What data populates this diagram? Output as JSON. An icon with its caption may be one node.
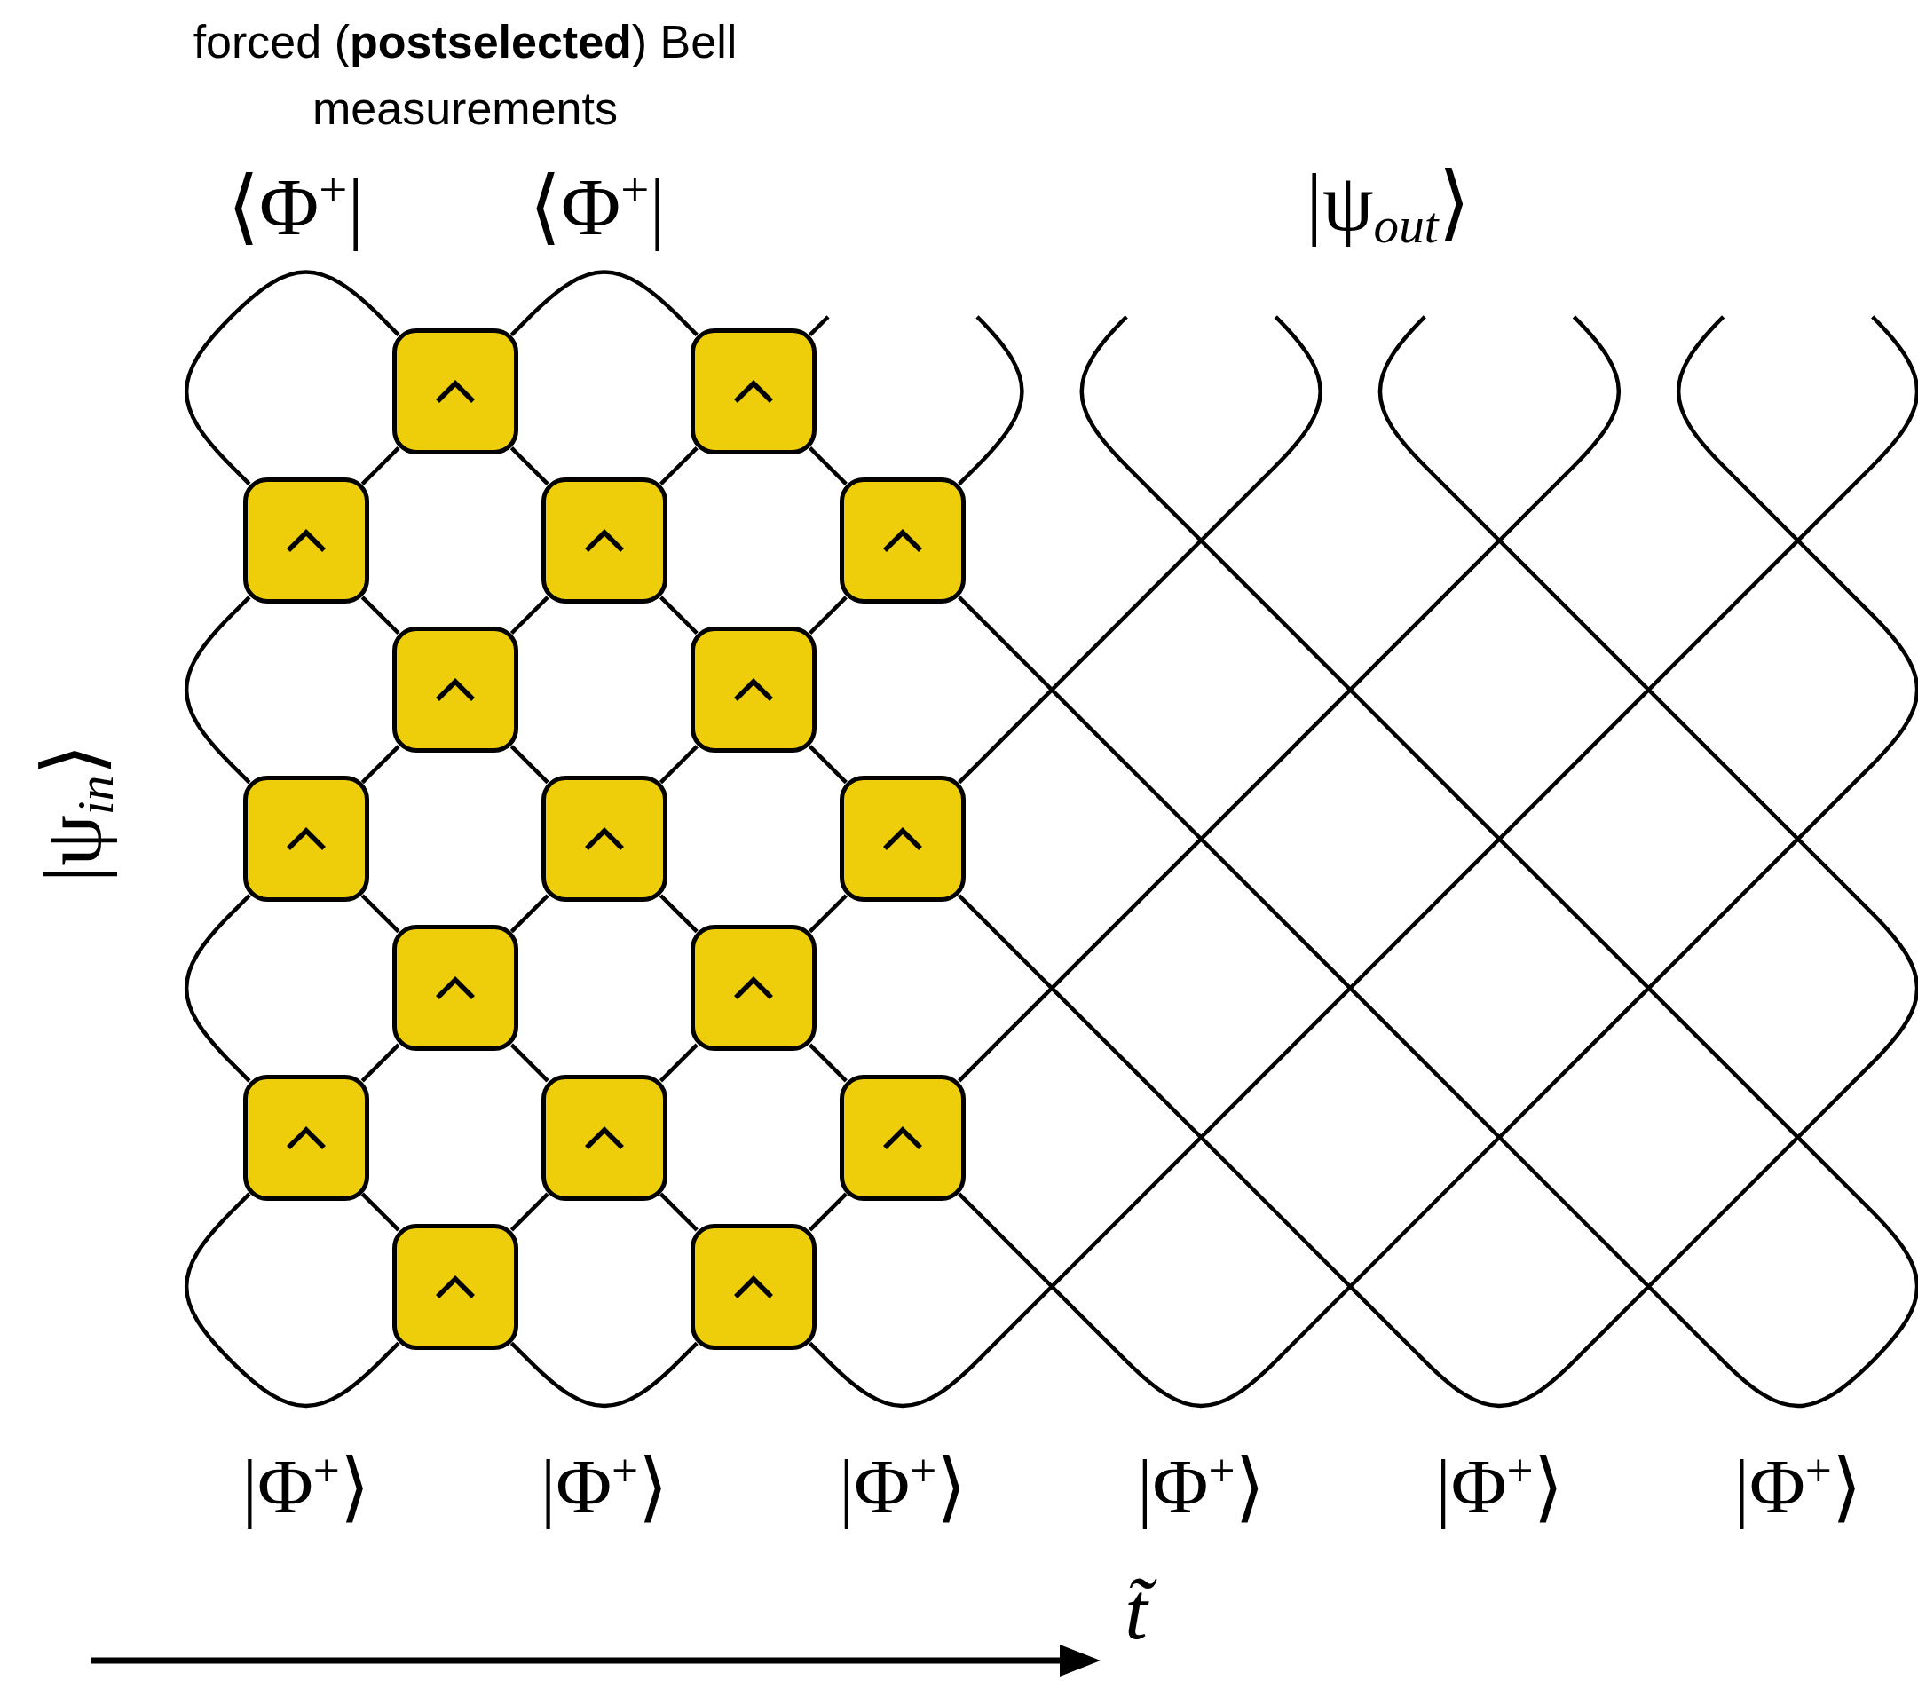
{
  "diagram": {
    "nodes": [
      {
        "text": [],
        "shape": "box"
      },
      {
        "text": [],
        "shape": "box"
      },
      {
        "text": [],
        "shape": "box"
      },
      {
        "text": [],
        "shape": "box"
      },
      {
        "text": [],
        "shape": "box"
      },
      {
        "text": [],
        "shape": "box"
      },
      {
        "text": [],
        "shape": "box"
      },
      {
        "text": [],
        "shape": "box"
      },
      {
        "text": [],
        "shape": "box"
      },
      {
        "text": [],
        "shape": "box"
      },
      {
        "text": [],
        "shape": "box"
      },
      {
        "text": [],
        "shape": "box"
      },
      {
        "text": [],
        "shape": "box"
      },
      {
        "text": [],
        "shape": "box"
      },
      {
        "text": [],
        "shape": "box"
      },
      {
        "text": [],
        "shape": "box"
      },
      {
        "text": [],
        "shape": "box"
      }
    ],
    "edges": [
      {
        "from": 0,
        "to": 2,
        "arrow": "none"
      },
      {
        "from": 0,
        "to": 3,
        "arrow": "none"
      },
      {
        "from": 1,
        "to": 3,
        "arrow": "none"
      },
      {
        "from": 1,
        "to": 4,
        "arrow": "none"
      },
      {
        "from": 2,
        "to": 5,
        "arrow": "none"
      },
      {
        "from": 3,
        "to": 5,
        "arrow": "none"
      },
      {
        "from": 5,
        "to": 7,
        "arrow": "none"
      },
      {
        "from": 5,
        "to": 8,
        "arrow": "none"
      },
      {
        "from": 3,
        "to": 6,
        "arrow": "none"
      },
      {
        "from": 4,
        "to": 6,
        "arrow": "none"
      },
      {
        "from": 6,
        "to": 8,
        "arrow": "none"
      },
      {
        "from": 6,
        "to": 9,
        "arrow": "none"
      },
      {
        "from": 7,
        "to": 10,
        "arrow": "none"
      },
      {
        "from": 8,
        "to": 10,
        "arrow": "none"
      },
      {
        "from": 10,
        "to": 12,
        "arrow": "none"
      },
      {
        "from": 10,
        "to": 13,
        "arrow": "none"
      },
      {
        "from": 8,
        "to": 11,
        "arrow": "none"
      },
      {
        "from": 9,
        "to": 11,
        "arrow": "none"
      },
      {
        "from": 11,
        "to": 13,
        "arrow": "none"
      },
      {
        "from": 11,
        "to": 14,
        "arrow": "none"
      },
      {
        "from": 12,
        "to": 15,
        "arrow": "none"
      },
      {
        "from": 13,
        "to": 15,
        "arrow": "none"
      },
      {
        "from": 13,
        "to": 16,
        "arrow": "none"
      },
      {
        "from": 14,
        "to": 16,
        "arrow": "none"
      },
      {
        "from": 2,
        "to": 0,
        "arrow": "none"
      },
      {
        "from": 0,
        "to": 1,
        "arrow": "none"
      },
      {
        "from": 2,
        "to": 7,
        "arrow": "none"
      },
      {
        "from": 7,
        "to": 12,
        "arrow": "none"
      },
      {
        "from": 12,
        "to": 15,
        "arrow": "none"
      },
      {
        "from": 15,
        "to": 16,
        "arrow": "none"
      }
    ],
    "labels": [
      "forced (**postselected**) Bell measurements",
      "⟨Φ$^{+}$|",
      "⟨Φ$^{+}$|",
      "|ψ$_{out}$⟩",
      "|ψ$_{in}$⟩",
      "|Φ$^{+}$⟩",
      "|Φ$^{+}$⟩",
      "|Φ$^{+}$⟩",
      "|Φ$^{+}$⟩",
      "|Φ$^{+}$⟩",
      "|Φ$^{+}$⟩",
      "t̃"
    ]
  }
}
